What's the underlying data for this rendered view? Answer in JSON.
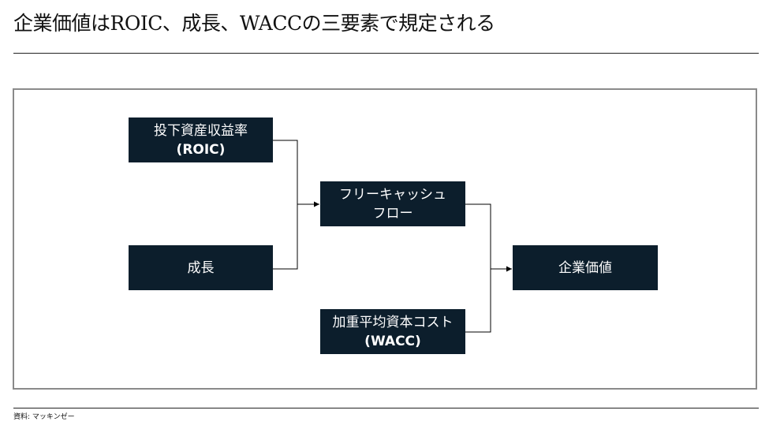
{
  "title": "企業価値はROIC、成長、WACCの三要素で規定される",
  "nodes": {
    "roic": {
      "line1": "投下資産収益率",
      "line2": "(ROIC)"
    },
    "growth": {
      "line1": "成長"
    },
    "fcf": {
      "line1": "フリーキャッシュ",
      "line2": "フロー"
    },
    "wacc": {
      "line1": "加重平均資本コスト",
      "line2": "(WACC)"
    },
    "value": {
      "line1": "企業価値"
    }
  },
  "source": "資料: マッキンゼー",
  "colors": {
    "box": "#0c1e2c",
    "box_text": "#ffffff",
    "frame": "#8a8a8a"
  }
}
